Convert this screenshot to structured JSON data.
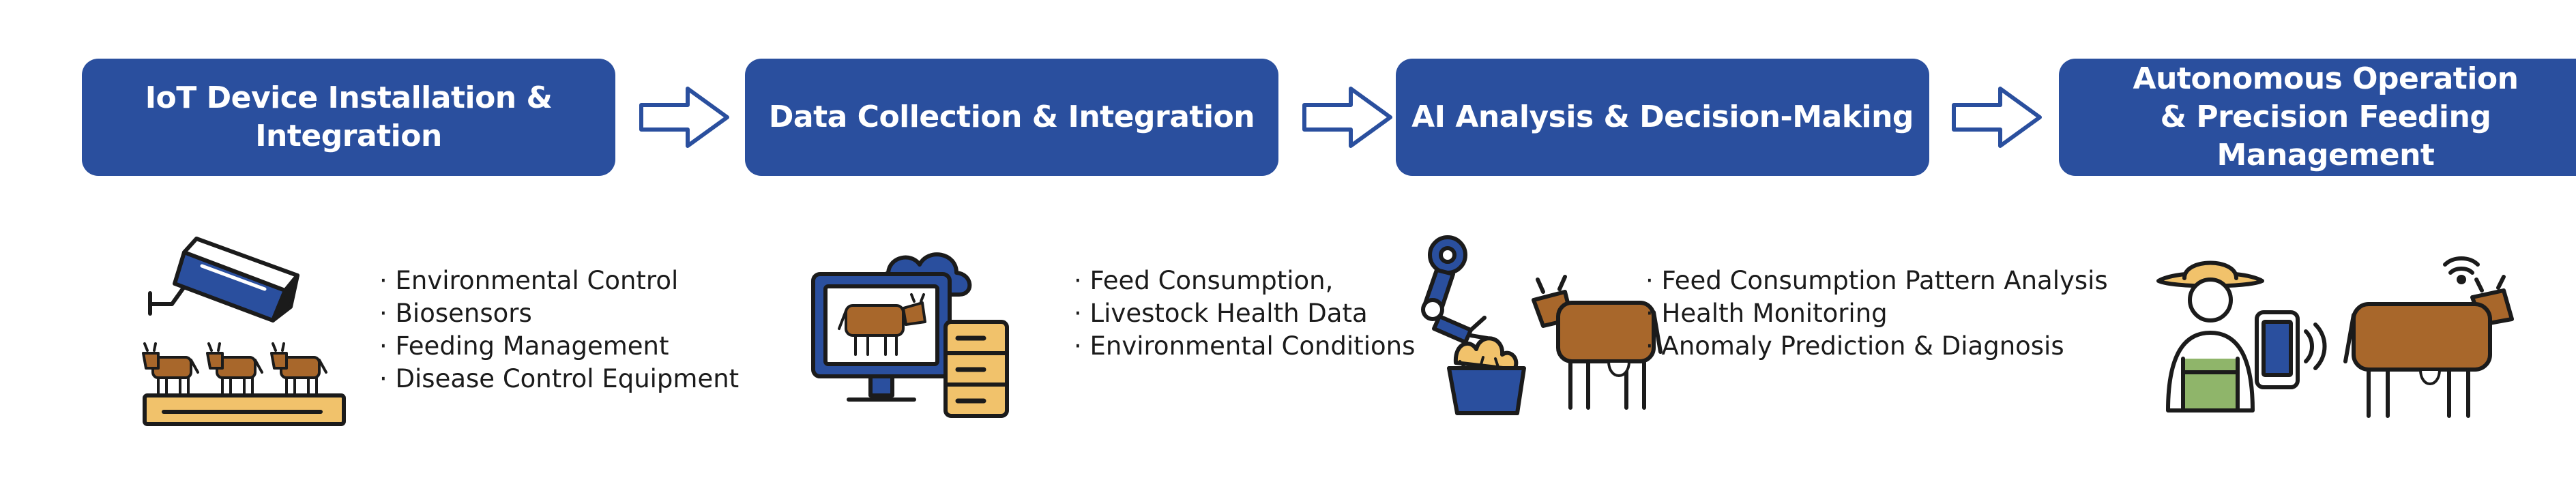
{
  "colors": {
    "step_bg": "#2a4f9e",
    "step_text": "#ffffff",
    "arrow_stroke": "#2a4f9e",
    "cow_brown": "#a8672b",
    "outline": "#1b1b1b",
    "accent_yellow": "#f1c26b"
  },
  "steps": [
    {
      "label": "IoT Device Installation & Integration",
      "icon": "iot-camera-livestock-icon",
      "bullets": [
        "Environmental Control",
        "Biosensors",
        "Feeding Management",
        "Disease Control Equipment"
      ]
    },
    {
      "label": "Data Collection & Integration",
      "icon": "monitor-cloud-server-icon",
      "bullets": [
        "Feed Consumption,",
        "Livestock Health Data",
        "Environmental Conditions"
      ]
    },
    {
      "label": "AI Analysis & Decision-Making",
      "icon": "robot-arm-cow-icon",
      "bullets": [
        "Feed Consumption Pattern Analysis",
        "Health Monitoring",
        "Anomaly Prediction & Diagnosis"
      ]
    },
    {
      "label": "Autonomous Operation\n& Precision Feeding Management",
      "icon": "farmer-phone-cow-icon",
      "bullets": []
    }
  ]
}
